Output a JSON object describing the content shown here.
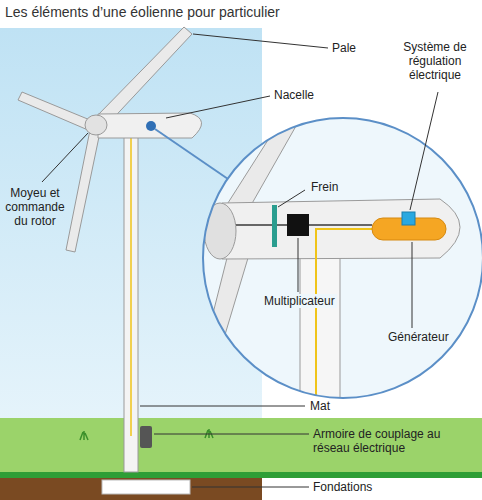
{
  "diagram": {
    "title": "Les éléments d’une éolienne pour particulier",
    "labels": [
      "Pale",
      "Nacelle",
      "Système de régulation électrique",
      "Frein",
      "Moyeu et commande du rotor",
      "Multiplicateur",
      "Générateur",
      "Mat",
      "Armoire de couplage au réseau électrique",
      "Fondations"
    ]
  }
}
